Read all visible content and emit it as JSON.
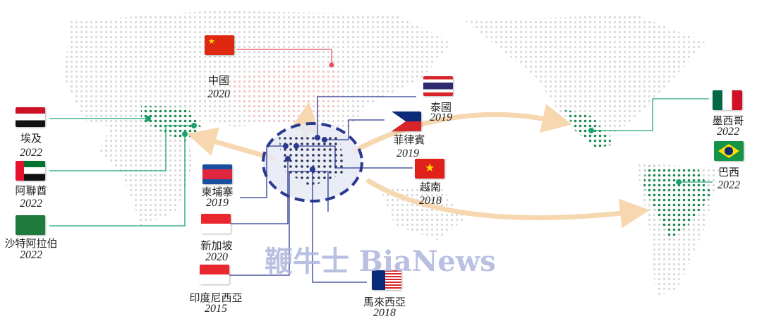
{
  "title_watermark": "鞭牛士 BiaNews",
  "colors": {
    "asean_line": "#2b3990",
    "mideast_line": "#1aa370",
    "china_line": "#e8505b",
    "arrow": "#f6d7b0"
  },
  "countries": [
    {
      "name": "中國",
      "year": "2020"
    },
    {
      "name": "埃及",
      "year": "2022"
    },
    {
      "name": "阿聯酋",
      "year": "2022"
    },
    {
      "name": "沙特阿拉伯",
      "year": "2022"
    },
    {
      "name": "柬埔寨",
      "year": "2019"
    },
    {
      "name": "新加坡",
      "year": "2020"
    },
    {
      "name": "印度尼西亞",
      "year": "2015"
    },
    {
      "name": "馬來西亞",
      "year": "2018"
    },
    {
      "name": "泰國",
      "year": "2019"
    },
    {
      "name": "菲律賓",
      "year": "2019"
    },
    {
      "name": "越南",
      "year": "2018"
    },
    {
      "name": "墨西哥",
      "year": "2022"
    },
    {
      "name": "巴西",
      "year": "2022"
    }
  ]
}
